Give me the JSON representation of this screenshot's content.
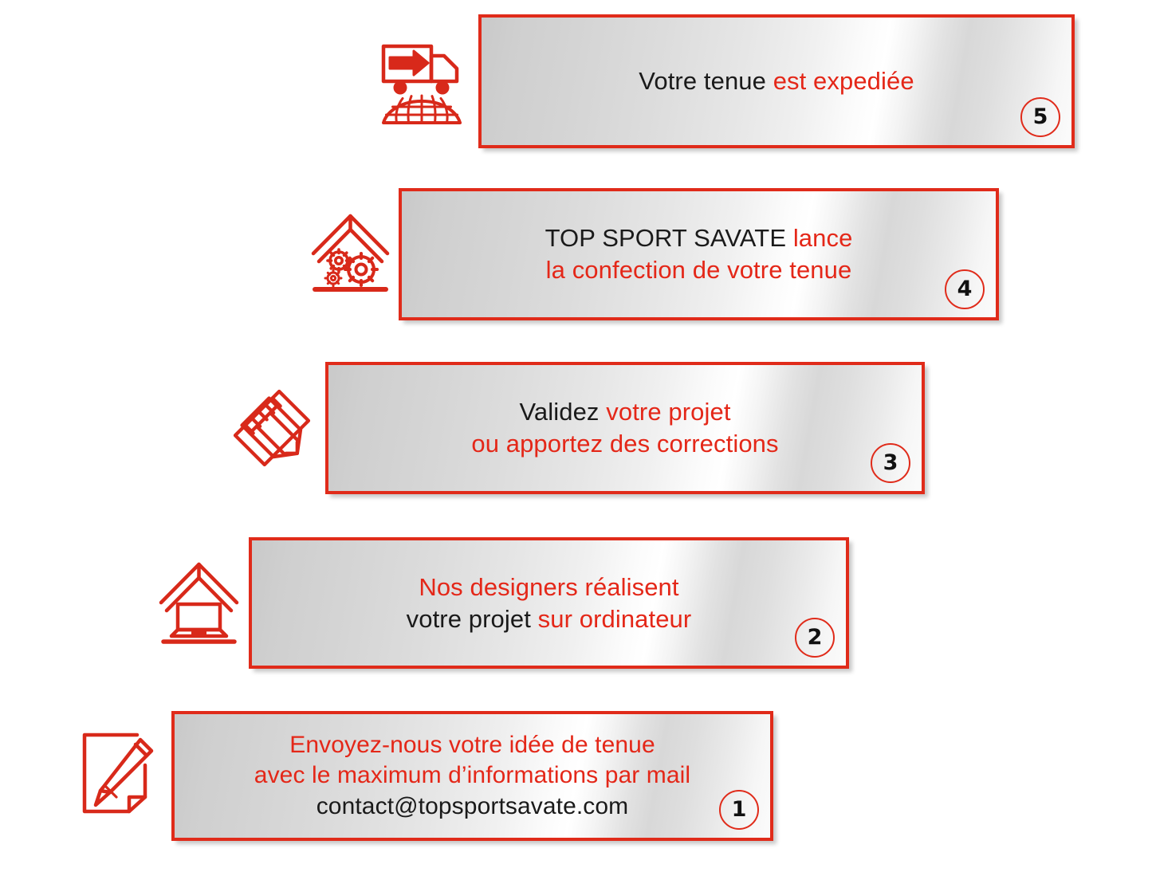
{
  "theme": {
    "red": "#E42718",
    "border_red": "#E02B1A",
    "black": "#1a1a1a",
    "panel_light": "#ffffff",
    "panel_dark": "#c9c9c9",
    "background": "#ffffff"
  },
  "steps": [
    {
      "number": "5",
      "icon": "delivery-truck-globe-icon",
      "lines": [
        {
          "segments": [
            {
              "text": "Votre tenue ",
              "color": "black"
            },
            {
              "text": "est expediée",
              "color": "red"
            }
          ]
        }
      ]
    },
    {
      "number": "4",
      "icon": "factory-roof-gears-icon",
      "lines": [
        {
          "segments": [
            {
              "text": "TOP SPORT SAVATE ",
              "color": "black"
            },
            {
              "text": "lance",
              "color": "red"
            }
          ]
        },
        {
          "segments": [
            {
              "text": "la confection de votre tenue",
              "color": "red"
            }
          ]
        }
      ]
    },
    {
      "number": "3",
      "icon": "ruler-pencil-cross-icon",
      "lines": [
        {
          "segments": [
            {
              "text": "Validez ",
              "color": "black"
            },
            {
              "text": "votre projet",
              "color": "red"
            }
          ]
        },
        {
          "segments": [
            {
              "text": "ou apportez des corrections",
              "color": "red"
            }
          ]
        }
      ]
    },
    {
      "number": "2",
      "icon": "roof-laptop-icon",
      "lines": [
        {
          "segments": [
            {
              "text": "Nos designers réalisent",
              "color": "red"
            }
          ]
        },
        {
          "segments": [
            {
              "text": "votre projet ",
              "color": "black"
            },
            {
              "text": "sur ordinateur",
              "color": "red"
            }
          ]
        }
      ]
    },
    {
      "number": "1",
      "icon": "document-pencil-icon",
      "lines": [
        {
          "segments": [
            {
              "text": "Envoyez-nous votre idée de tenue",
              "color": "red"
            }
          ]
        },
        {
          "segments": [
            {
              "text": "avec le maximum d’informations par mail",
              "color": "red"
            }
          ]
        },
        {
          "segments": [
            {
              "text": "contact@topsportsavate.com",
              "color": "black"
            }
          ]
        }
      ]
    }
  ]
}
